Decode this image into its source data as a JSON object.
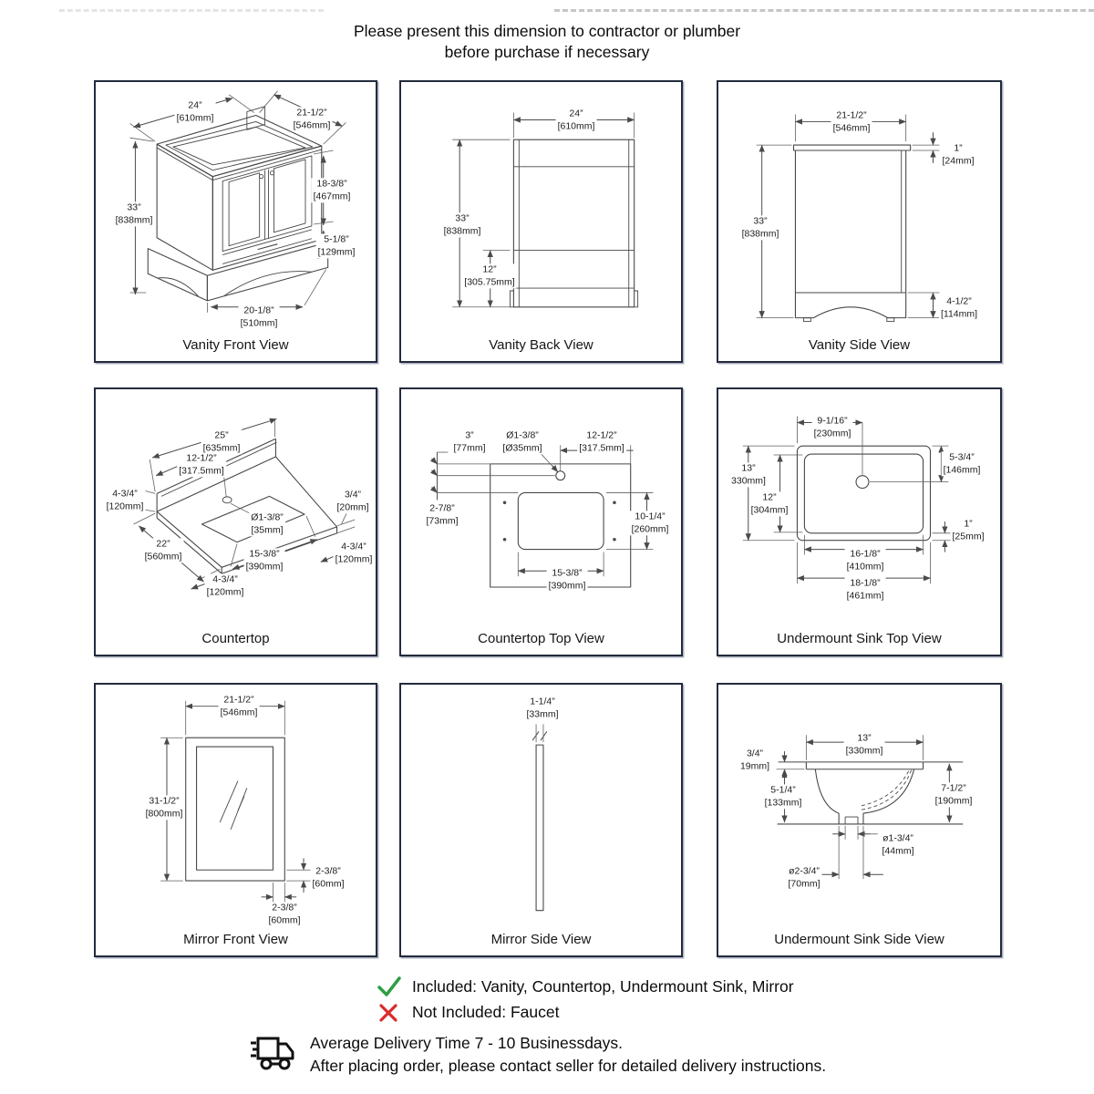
{
  "header": {
    "line1": "Please present this dimension to contractor or plumber",
    "line2": "before purchase if necessary"
  },
  "panels": {
    "vanity_front": {
      "title": "Vanity Front View",
      "dims": {
        "width": "24”\n[610mm]",
        "depth": "21-1/2”\n[546mm]",
        "height": "33”\n[838mm]",
        "door": "18-3/8”\n[467mm]",
        "drawer": "5-1/8”\n[129mm]",
        "base": "20-1/8”\n[510mm]"
      }
    },
    "vanity_back": {
      "title": "Vanity Back View",
      "dims": {
        "width": "24”\n[610mm]",
        "height": "33”\n[838mm]",
        "lower": "12”\n[305.75mm]"
      }
    },
    "vanity_side": {
      "title": "Vanity Side View",
      "dims": {
        "depth": "21-1/2”\n[546mm]",
        "top": "1”\n[24mm]",
        "height": "33”\n[838mm]",
        "base": "4-1/2”\n[114mm]"
      }
    },
    "countertop": {
      "title": "Countertop",
      "dims": {
        "width": "25”\n[635mm]",
        "half": "12-1/2”\n[317.5mm]",
        "backsplash": "4-3/4”\n[120mm]",
        "depth": "22”\n[560mm]",
        "hole": "Ø1-3/8”\n[35mm]",
        "thick": "3/4”\n[20mm]",
        "side": "4-3/4”\n[120mm]",
        "cutout": "15-3/8”\n[390mm]",
        "front": "4-3/4”\n[120mm]"
      }
    },
    "countertop_top": {
      "title": "Countertop Top View",
      "dims": {
        "off3": "3”\n[77mm]",
        "hole": "Ø1-3/8”\n[Ø35mm]",
        "half": "12-1/2”\n[317.5mm]",
        "off278": "2-7/8”\n[73mm]",
        "cut_h": "10-1/4”\n[260mm]",
        "cut_w": "15-3/8”\n[390mm]"
      }
    },
    "sink_top": {
      "title": "Undermount Sink Top View",
      "dims": {
        "center": "9-1/16”\n[230mm]",
        "depth": "13”\n330mm]",
        "inner_d": "12”\n[304mm]",
        "drain": "5-3/4”\n[146mm]",
        "lip": "1”\n[25mm]",
        "inner_w": "16-1/8”\n[410mm]",
        "outer_w": "18-1/8”\n[461mm]"
      }
    },
    "mirror_front": {
      "title": "Mirror Front View",
      "dims": {
        "width": "21-1/2”\n[546mm]",
        "height": "31-1/2”\n[800mm]",
        "rail": "2-3/8”\n[60mm]",
        "stile": "2-3/8”\n[60mm]"
      }
    },
    "mirror_side": {
      "title": "Mirror Side View",
      "dims": {
        "thick": "1-1/4”\n[33mm]"
      }
    },
    "sink_side": {
      "title": "Undermount Sink Side View",
      "dims": {
        "width": "13”\n[330mm]",
        "flange": "3/4”\n19mm]",
        "depth": "5-1/4”\n[133mm]",
        "height": "7-1/2”\n[190mm]",
        "drain_in": "ø1-3/4”\n[44mm]",
        "drain_out": "ø2-3/4”\n[70mm]"
      }
    }
  },
  "footer": {
    "included": "Included: Vanity, Countertop, Undermount Sink, Mirror",
    "not_included": "Not Included: Faucet",
    "delivery1": "Average Delivery Time 7 - 10 Businessdays.",
    "delivery2": "After placing order, please contact seller for detailed delivery instructions.",
    "icons": [
      "check-icon",
      "cross-icon",
      "truck-icon"
    ]
  },
  "colors": {
    "panel_border": "#232b3d",
    "drawing_line": "#4a4a4a",
    "check_green": "#2f9e44",
    "cross_red": "#d92b2b",
    "text": "#111111"
  }
}
